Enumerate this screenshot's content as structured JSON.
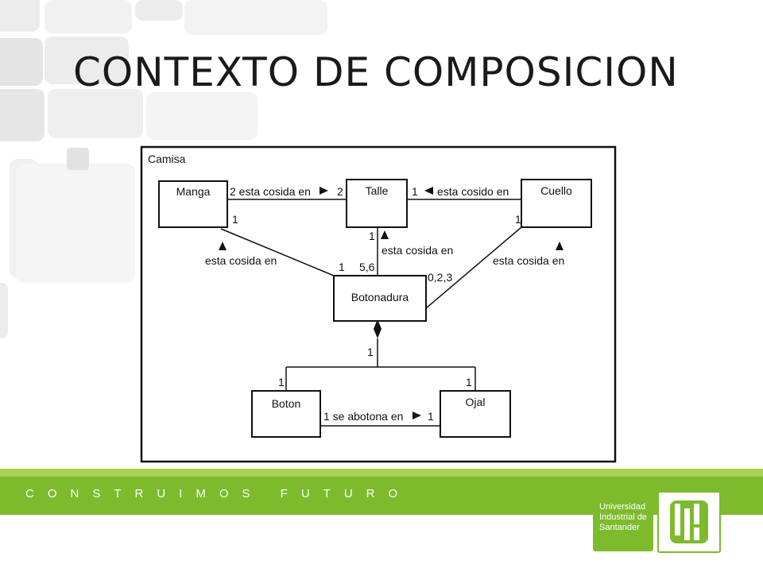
{
  "slide": {
    "title": "CONTEXTO DE COMPOSICION",
    "tagline": "CONSTRUIMOS FUTURO"
  },
  "logo": {
    "line1": "Universidad",
    "line2": "Industrial de",
    "line3": "Santander",
    "brand_color": "#7dbb2d"
  },
  "diagram": {
    "container_label": "Camisa",
    "classes": {
      "manga": "Manga",
      "talle": "Talle",
      "cuello": "Cuello",
      "botonadura": "Botonadura",
      "boton": "Boton",
      "ojal": "Ojal"
    },
    "labels": {
      "manga_talle": "2 esta cosida en",
      "manga_talle_mult_talle": "2",
      "cuello_talle_mult_talle": "1",
      "cuello_talle": "esta cosido en",
      "manga_mult": "1",
      "cuello_mult": "1",
      "talle_mult": "1",
      "manga_botonadura": "esta cosida en",
      "talle_botonadura": "esta cosida en",
      "cuello_botonadura": "esta cosida en",
      "botonadura_mult_manga": "1",
      "botonadura_mult_talle": "5,6",
      "botonadura_mult_cuello": "0,2,3",
      "composition_mult": "1",
      "boton_mult": "1",
      "ojal_mult": "1",
      "boton_ojal": "1 se abotona en",
      "boton_ojal_mult_ojal": "1"
    }
  }
}
